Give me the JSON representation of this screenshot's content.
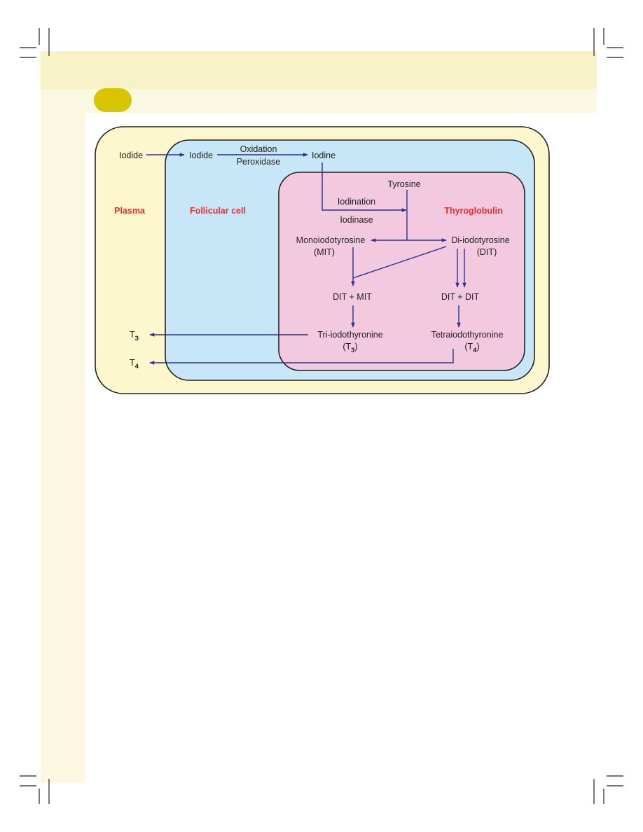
{
  "colors": {
    "header_band": "#f7f3c6",
    "sub_band": "#fbf8e1",
    "left_strip": "#fbf8e1",
    "badge": "#d8c400",
    "plasma_fill": "#fcf7cc",
    "follicular_fill": "#c7e6f8",
    "thyroglobulin_fill": "#f3c9df",
    "region_label": "#e2302f",
    "arrow": "#2e3192",
    "outline": "#222222"
  },
  "regions": {
    "plasma": "Plasma",
    "follicular": "Follicular cell",
    "thyroglobulin": "Thyroglobulin"
  },
  "nodes": {
    "iodide_plasma": "Iodide",
    "iodide_cell": "Iodide",
    "iodine": "Iodine",
    "tyrosine": "Tyrosine",
    "mit": "Monoiodotyrosine",
    "mit_abbr": "(MIT)",
    "dit": "Di-iodotyrosine",
    "dit_abbr": "(DIT)",
    "dit_mit": "DIT + MIT",
    "dit_dit": "DIT + DIT",
    "t3_name": "Tri-iodothyronine",
    "t4_name": "Tetraiodothyronine",
    "t3_plasma": "T",
    "t4_plasma": "T"
  },
  "subscripts": {
    "three": "3",
    "four": "4"
  },
  "edge_labels": {
    "oxidation": "Oxidation",
    "peroxidase": "Peroxidase",
    "iodination": "Iodination",
    "iodinase": "Iodinase"
  },
  "brackets": {
    "open": "(",
    "close": ")"
  }
}
